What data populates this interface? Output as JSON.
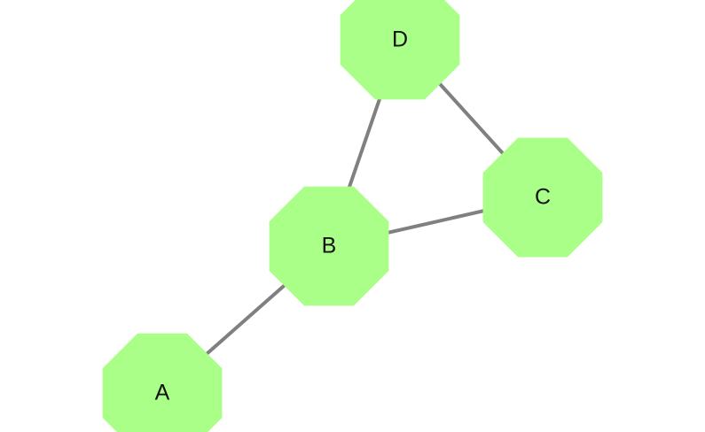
{
  "graph": {
    "node_fill": "#aaff88",
    "edge_color": "#808080",
    "node_shape": "octagon",
    "nodes": [
      {
        "id": "A",
        "label": "A"
      },
      {
        "id": "B",
        "label": "B"
      },
      {
        "id": "C",
        "label": "C"
      },
      {
        "id": "D",
        "label": "D"
      }
    ],
    "edges": [
      {
        "from": "A",
        "to": "B"
      },
      {
        "from": "B",
        "to": "C"
      },
      {
        "from": "B",
        "to": "D"
      },
      {
        "from": "D",
        "to": "C"
      }
    ]
  }
}
